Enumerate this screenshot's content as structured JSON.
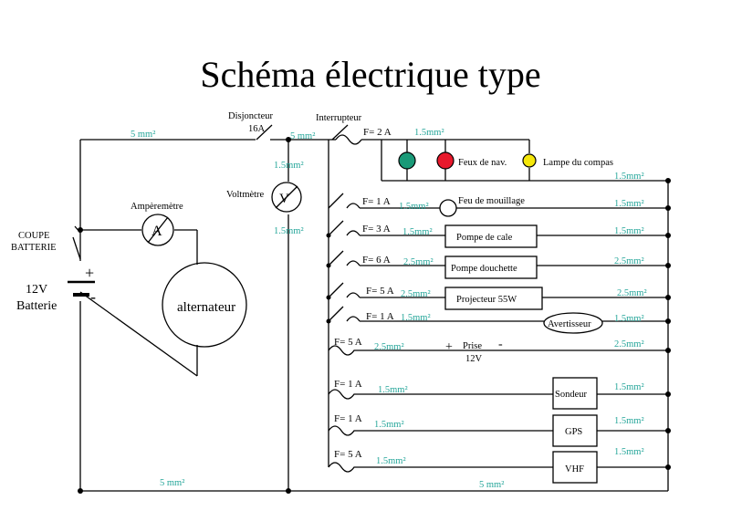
{
  "title": "Schéma électrique type",
  "colors": {
    "wire": "#000000",
    "size_label": "#26a69a",
    "lamp_green": "#1a9a78",
    "lamp_red": "#e8192c",
    "lamp_yellow": "#f5e70a"
  },
  "labels": {
    "disjoncteur": "Disjoncteur",
    "disjoncteur_rating": "16A",
    "interrupteur": "Interrupteur",
    "amperemetre": "Ampèremètre",
    "amperemetre_symbol": "A",
    "voltmetre": "Voltmètre",
    "voltmetre_symbol": "V",
    "coupe_line1": "COUPE",
    "coupe_line2": "BATTERIE",
    "battery_voltage": "12V",
    "battery_name": "Batterie",
    "battery_plus": "+",
    "battery_minus": "-",
    "alternateur": "alternateur"
  },
  "wire_sizes": {
    "left_top": "5 mm²",
    "after_breaker": "5 mm²",
    "voltmeter_upper": "1.5mm²",
    "voltmeter_lower": "1.5mm²",
    "bottom_left": "5 mm²",
    "bottom_right": "5 mm²"
  },
  "nav_branch": {
    "fuse": "F= 2 A",
    "wire": "1.5mm²",
    "label": "Feux de nav.",
    "compass": "Lampe du compas",
    "return_wire": "1.5mm²"
  },
  "branches": [
    {
      "fuse": "F= 1 A",
      "wire": "1.5mm²",
      "load": "Feu de mouillage",
      "ret": "1.5mm²"
    },
    {
      "fuse": "F= 3 A",
      "wire": "1.5mm²",
      "load": "Pompe de cale",
      "ret": "1.5mm²"
    },
    {
      "fuse": "F= 6 A",
      "wire": "2.5mm²",
      "load": "Pompe douchette",
      "ret": "2.5mm²"
    },
    {
      "fuse": "F= 5 A",
      "wire": "2.5mm²",
      "load": "Projecteur 55W",
      "ret": "2.5mm²"
    },
    {
      "fuse": "F= 1 A",
      "wire": "1.5mm²",
      "load": "Avertisseur",
      "ret": "1.5mm²"
    },
    {
      "fuse": "F= 5 A",
      "wire": "2.5mm²",
      "load_line1": "Prise",
      "load_line2": "12V",
      "plus": "+",
      "minus": "-",
      "ret": "2.5mm²"
    },
    {
      "fuse": "F= 1 A",
      "wire": "1.5mm²",
      "load": "Sondeur",
      "ret": "1.5mm²"
    },
    {
      "fuse": "F= 1 A",
      "wire": "1.5mm²",
      "load": "GPS",
      "ret": "1.5mm²"
    },
    {
      "fuse": "F= 5 A",
      "wire": "1.5mm²",
      "load": "VHF",
      "ret": "1.5mm²"
    }
  ]
}
